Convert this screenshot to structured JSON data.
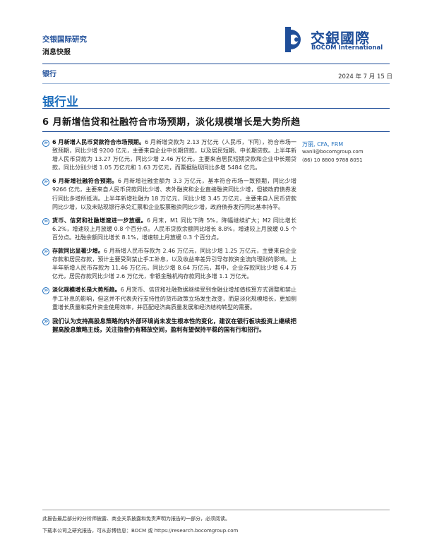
{
  "header": {
    "brand": "交银国际研究",
    "report_type": "消息快报",
    "logo_cn": "交銀國際",
    "logo_en": "BOCOM International",
    "sector": "银行",
    "date": "2024 年 7 月 15 日",
    "industry": "银行业"
  },
  "colors": {
    "brand_blue": "#1f4e99",
    "accent_blue": "#1f6fbe"
  },
  "headline": "6 月新增信贷和社融符合市场预期，淡化规模增长是大势所趋",
  "analyst": {
    "name": "万丽, CFA, FRM",
    "email": "wanli@bocomgroup.com",
    "phone": "(86) 10 8800 9788 8051"
  },
  "bullets": [
    {
      "marker": "≫",
      "lead": "6 月新增人民币贷款符合市场预期。",
      "body": "6 月新增贷款为 2.13 万亿元（人民币，下同），符合市场一致预期，同比少增 9200 亿元，主要来自企业中长期贷款，以及居民短期、中长期贷款。上半年新增人民币贷款为 13.27 万亿元，同比少增 2.46 万亿元，主要来自居民短期贷款和企业中长期贷款，同比分别少增 1.05 万亿元和 1.63 万亿元，而票据贴现同比多增 5484 亿元。"
    },
    {
      "marker": "≫",
      "lead": "6 月新增社融符合预期。",
      "body": "6 月新增社融金额为 3.3 万亿元，基本符合市场一致预期，同比少增 9266 亿元，主要来自人民币贷款同比少增、表外融资和企业直接融资同比少增，但被政府债券发行同比多增所抵消。上半年新增社融为 18 万亿元，同比少增 3.45 万亿元，主要来自人民币贷款同比少增，以及未贴现银行承兑汇票和企业股票融资同比少增，政府债券发行同比基本持平。"
    },
    {
      "marker": "≫",
      "lead": "货币、信贷和社融增速进一步放缓。",
      "body": "6 月末，M1 同比下降 5%，降幅继续扩大；M2 同比增长 6.2%，增速较上月放缓 0.8 个百分点。人民币贷款余额同比增长 8.8%，增速较上月放缓 0.5 个百分点。社融余额同比增长 8.1%，增速较上月放缓 0.3 个百分点。"
    },
    {
      "marker": "≫",
      "lead": "存款同比显著少增。",
      "body": "6 月新增人民币存款为 2.46 万亿元，同比少增 1.25 万亿元，主要来自企业存款和居民存款，预计主要受到禁止手工补息，以及收益率差异引导存款资金流向理财的影响。上半年新增人民币存款为 11.46 万亿元，同比少增 8.64 万亿元，其中，企业存款同比少增 6.4 万亿元，居民存款同比少增 2.6 万亿元，非银金融机构存款同比多增 1.1 万亿元。"
    },
    {
      "marker": "≫",
      "lead": "淡化规模增长是大势所趋。",
      "body": "6 月货币、信贷和社融数据继续受到金融业增加值核算方式调整和禁止手工补息的影响，但这并不代表央行支持性的货币政策立场发生改变，而是淡化规模增长，更加侧重增长质量和提升资金使用效率，并匹配经济高质量发展和经济结构转型的需要。"
    }
  ],
  "conclusion": {
    "marker": "≫",
    "text": "我们认为支持高股息策略的内外部环境尚未发生根本性的变化，建议在银行板块投资上继续把握高股息策略主线，关注指叁仍有释放空间，盈利有望保持平稳的国有行和招行。"
  },
  "footer": {
    "line1": "此报告最后部分的分析师披露、商业关系披露和免责声明为报告的一部分，必须阅读。",
    "line2": "下载本公司之研究报告，可从彭博信息：BOCM 或 https://research.bocomgroup.com"
  }
}
